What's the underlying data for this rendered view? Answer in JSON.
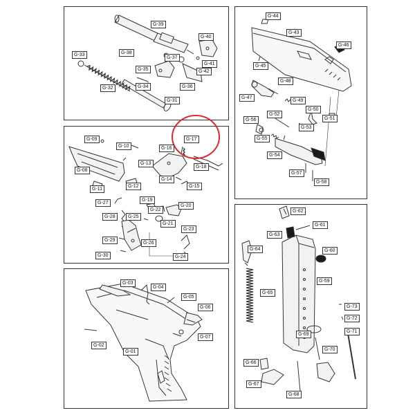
{
  "labels": {
    "g01": "G-01",
    "g02": "G-02",
    "g03": "G-03",
    "g04": "G-04",
    "g05": "G-05",
    "g06": "G-06",
    "g07": "G-07",
    "g08": "G-08",
    "g09": "G-09",
    "g10": "G-10",
    "g11": "G-11",
    "g12": "G-12",
    "g13": "G-13",
    "g14": "G-14",
    "g15": "G-15",
    "g16": "G-16",
    "g17": "G-17",
    "g18": "G-18",
    "g19": "G-19",
    "g20": "G-20",
    "g21": "G-21",
    "g22": "G-22",
    "g23": "G-23",
    "g24": "G-24",
    "g25": "G-25",
    "g26": "G-26",
    "g27": "G-27",
    "g28": "G-28",
    "g29": "G-29",
    "g30": "G-30",
    "g31": "G-31",
    "g32": "G-32",
    "g33": "G-33",
    "g34": "G-34",
    "g35": "G-35",
    "g36": "G-36",
    "g37": "G-37",
    "g38": "G-38",
    "g39": "G-39",
    "g40": "G-40",
    "g41": "G-41",
    "g42": "G-42",
    "g43": "G-43",
    "g44": "G-44",
    "g45": "G-45",
    "g46": "G-46",
    "g47": "G-47",
    "g48": "G-48",
    "g49": "G-49",
    "g50": "G-50",
    "g51": "G-51",
    "g52": "G-52",
    "g53": "G-53",
    "g54": "G-54",
    "g55": "G-55",
    "g56": "G-56",
    "g57": "G-57",
    "g58": "G-58",
    "g59": "G-59",
    "g60": "G-60",
    "g61": "G-61",
    "g62": "G-62",
    "g63": "G-63",
    "g64": "G-64",
    "g65": "G-65",
    "g66": "G-66",
    "g67": "G-67",
    "g68": "G-68",
    "g69": "G-69",
    "g70": "G-70",
    "g71": "G-71",
    "g72": "G-72",
    "g73": "G-73"
  },
  "colors": {
    "line": "#333333",
    "highlight": "#e0282e",
    "part_fill": "#f2f2f2",
    "dark_part": "#1a1a1a"
  },
  "highlighted_part": "G-17"
}
